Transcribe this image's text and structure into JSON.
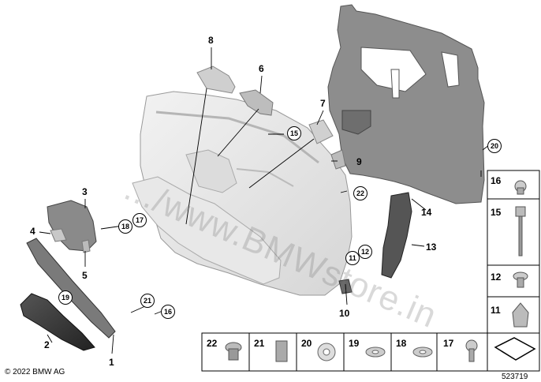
{
  "footer": {
    "copyright": "© 2022 BMW AG",
    "diagram_number": "523719"
  },
  "watermark": {
    "text": ".../www.BMWstore.in"
  },
  "callouts": {
    "p1": "1",
    "p2": "2",
    "p3": "3",
    "p4": "4",
    "p5": "5",
    "p6": "6",
    "p7": "7",
    "p8": "8",
    "p9": "9",
    "p10": "10",
    "p13": "13",
    "p14": "14"
  },
  "circled": {
    "c11": "11",
    "c12": "12",
    "c15": "15",
    "c16": "16",
    "c17": "17",
    "c18": "18",
    "c19": "19",
    "c20": "20",
    "c21": "21",
    "c22": "22"
  },
  "legend_side": [
    "16",
    "15",
    "12",
    "11"
  ],
  "legend_bottom": [
    "22",
    "21",
    "20",
    "19",
    "18",
    "17"
  ]
}
